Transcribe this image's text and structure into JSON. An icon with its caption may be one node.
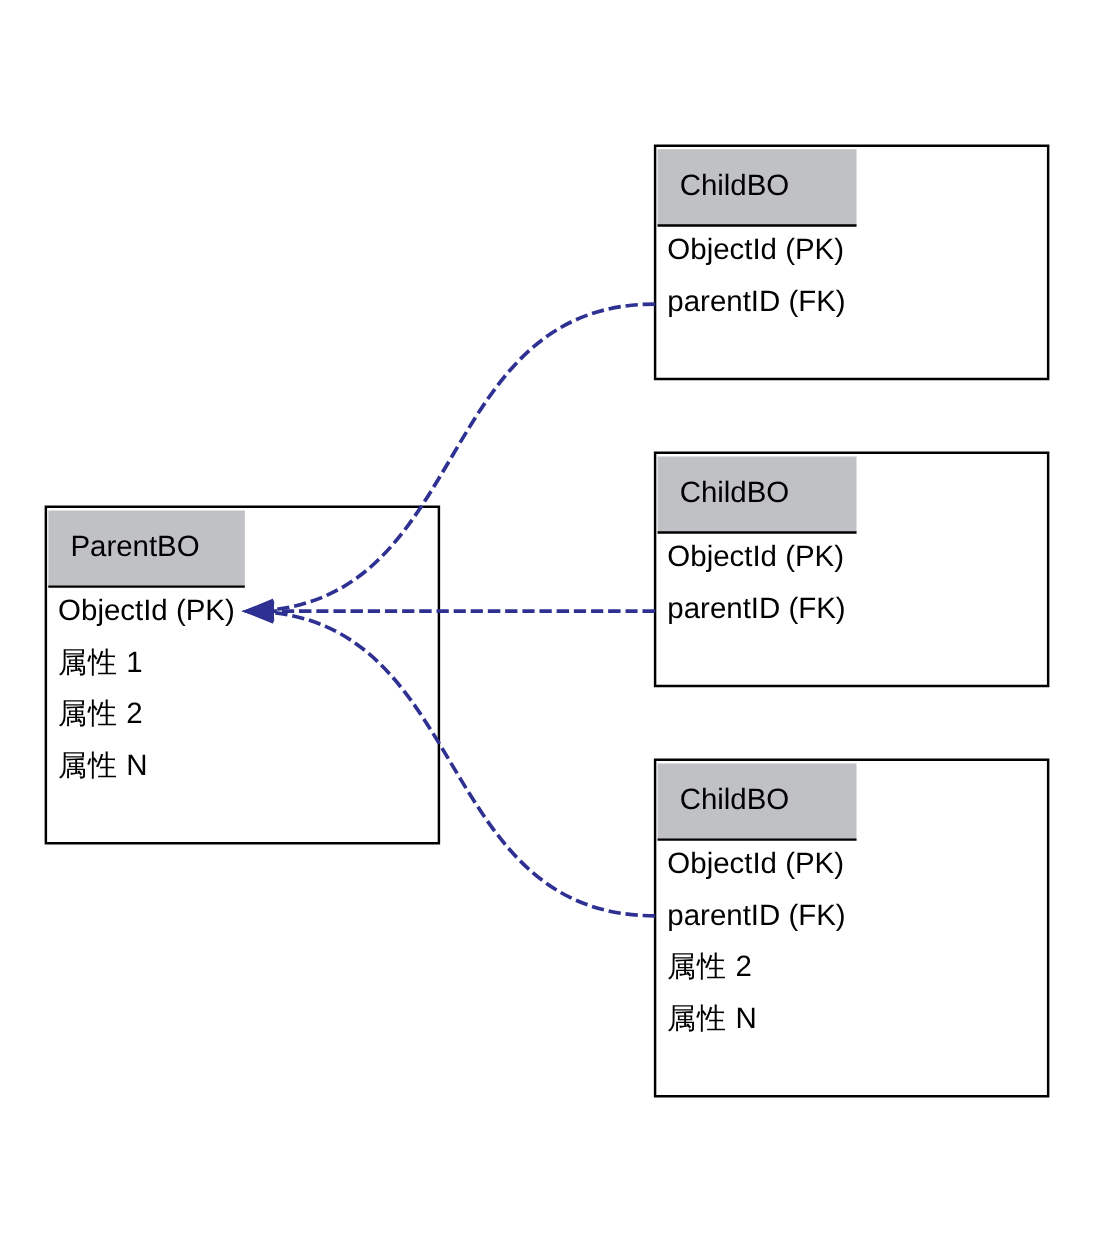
{
  "diagram": {
    "nodes": [
      {
        "text": [
          "ParentBO",
          "ObjectId (PK)",
          "属性 1",
          "属性 2",
          "属性 N"
        ]
      },
      {
        "text": [
          "ChildBO",
          "ObjectId (PK)",
          "parentID (FK)"
        ]
      },
      {
        "text": [
          "ChildBO",
          "ObjectId (PK)",
          "parentID (FK)"
        ]
      },
      {
        "text": [
          "ChildBO",
          "ObjectId (PK)",
          "parentID (FK)",
          "属性 2",
          "属性 N"
        ]
      }
    ],
    "edges": [
      {
        "from": 1,
        "to": 0,
        "arrow": "to",
        "style": "dashed"
      },
      {
        "from": 2,
        "to": 0,
        "arrow": "to",
        "style": "dashed"
      },
      {
        "from": 3,
        "to": 0,
        "arrow": "to",
        "style": "dashed"
      }
    ]
  }
}
